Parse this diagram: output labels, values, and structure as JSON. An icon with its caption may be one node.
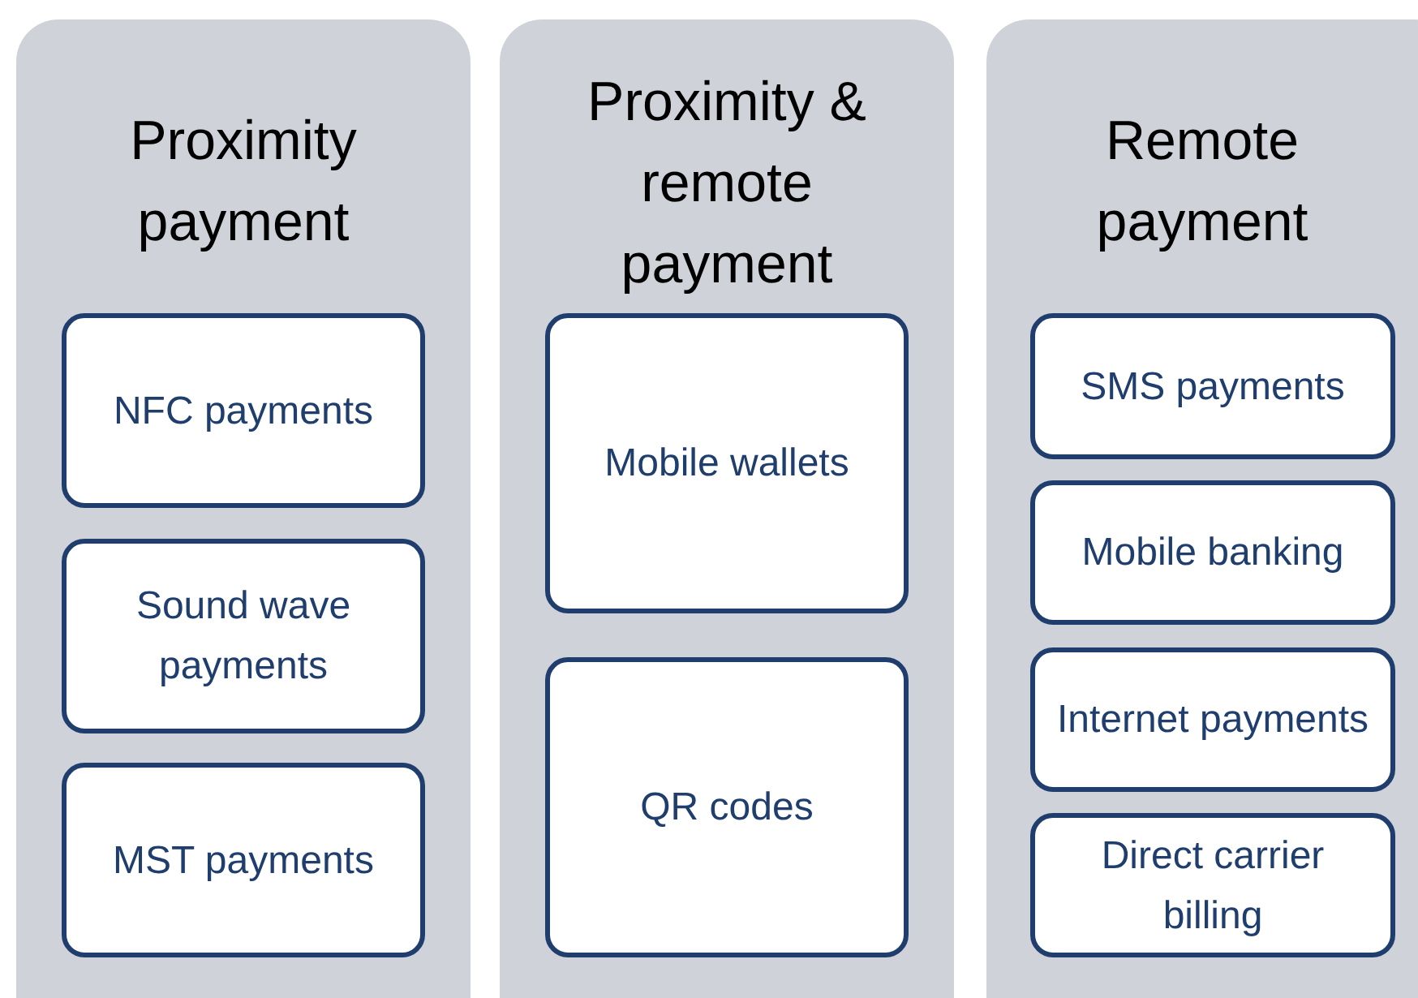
{
  "diagram": {
    "nodes": [
      {
        "text": [
          "Proximity payment"
        ]
      },
      {
        "text": [
          "NFC payments"
        ],
        "in": 0
      },
      {
        "text": [
          "Sound wave payments"
        ],
        "in": 0
      },
      {
        "text": [
          "MST payments"
        ],
        "in": 0
      },
      {
        "text": [
          "Proximity & remote payment"
        ]
      },
      {
        "text": [
          "Mobile wallets"
        ],
        "in": 4
      },
      {
        "text": [
          "QR codes"
        ],
        "in": 4
      },
      {
        "text": [
          "Remote payment"
        ]
      },
      {
        "text": [
          "SMS payments"
        ],
        "in": 7
      },
      {
        "text": [
          "Mobile banking"
        ],
        "in": 7
      },
      {
        "text": [
          "Internet payments"
        ],
        "in": 7
      },
      {
        "text": [
          "Direct carrier billing"
        ],
        "in": 7
      }
    ]
  }
}
